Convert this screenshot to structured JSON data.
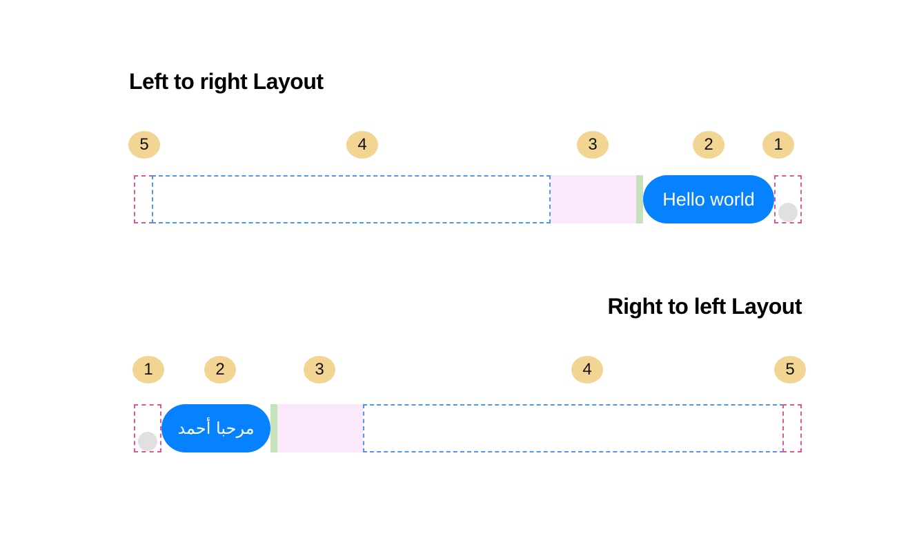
{
  "ltr": {
    "title": "Left to right Layout",
    "markers": [
      "5",
      "4",
      "3",
      "2",
      "1"
    ],
    "bubble_text": "Hello world"
  },
  "rtl": {
    "title": "Right to left Layout",
    "markers": [
      "1",
      "2",
      "3",
      "4",
      "5"
    ],
    "bubble_text": "مرحبا أحمد"
  },
  "colors": {
    "marker_fill": "#f2d592",
    "bubble_fill": "#0682ff",
    "dashed_pink": "#e0559a",
    "dashed_blue": "#4d98e6",
    "spacer_fill": "#fbe9fb",
    "separator_fill": "#c6e2bc",
    "avatar_fill": "#e0e0e0"
  }
}
